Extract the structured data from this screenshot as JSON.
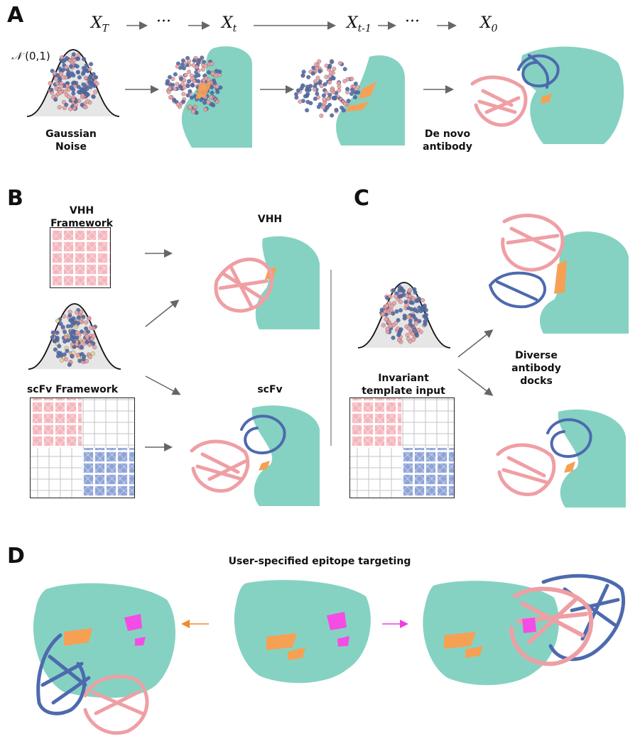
{
  "colors": {
    "antigen": "#86d2c2",
    "heavy_chain": "#4d6aae",
    "light_chain": "#ef9fa4",
    "epitope_orange": "#f6a054",
    "epitope_magenta": "#f54ce6"
  },
  "panel_a": {
    "letter": "A",
    "steps": [
      {
        "base": "X",
        "sub": "T"
      },
      {
        "base": "···",
        "sub": ""
      },
      {
        "base": "X",
        "sub": "t"
      },
      {
        "base": "X",
        "sub": "t-1"
      },
      {
        "base": "···",
        "sub": ""
      },
      {
        "base": "X",
        "sub": "0"
      }
    ],
    "normal_symbol": "𝒩",
    "normal_params": "(0,1)",
    "gaussian_label": "Gaussian\nNoise",
    "result_label": "De novo\nantibody"
  },
  "panel_b": {
    "letter": "B",
    "vhh_framework_label": "VHH\nFramework",
    "scfv_framework_label": "scFv Framework",
    "vhh_output_label": "VHH",
    "scfv_output_label": "scFv"
  },
  "panel_c": {
    "letter": "C",
    "template_label": "Invariant\ntemplate input",
    "diverse_label": "Diverse\nantibody\ndocks"
  },
  "panel_d": {
    "letter": "D",
    "title": "User-specified epitope targeting"
  },
  "icons": [
    "gaussian-curve-icon",
    "arrow-icon",
    "protein-surface-icon",
    "antibody-ribbon-icon"
  ]
}
